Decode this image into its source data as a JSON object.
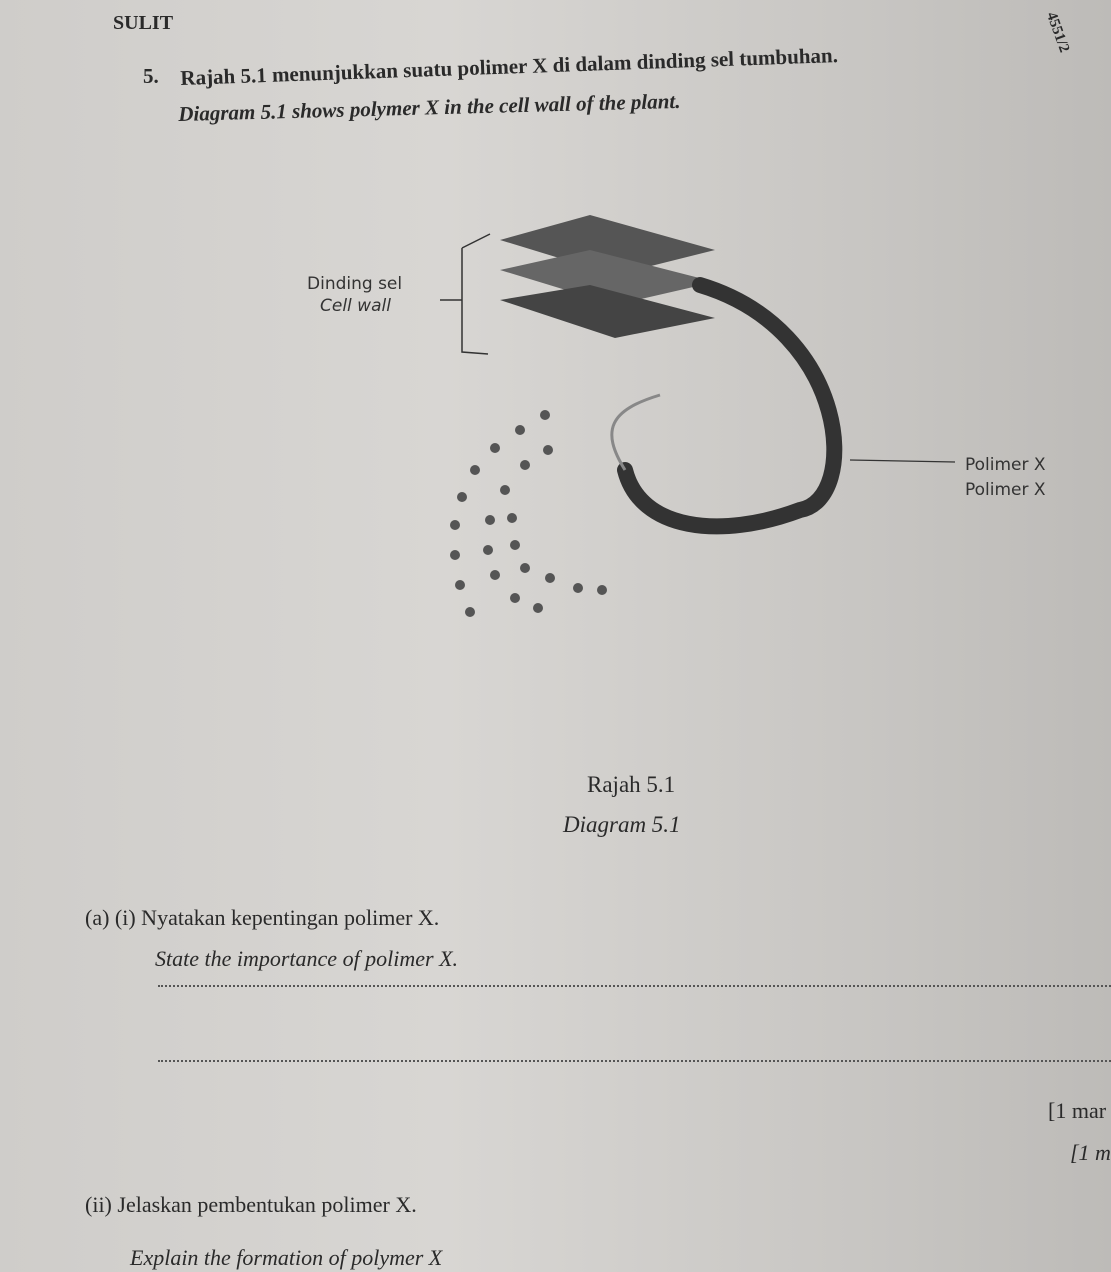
{
  "header": {
    "left": "SULIT",
    "right": "4551/2"
  },
  "question": {
    "number": "5.",
    "intro_ms": "Rajah 5.1 menunjukkan suatu polimer X di dalam dinding sel tumbuhan.",
    "intro_en": "Diagram 5.1 shows polymer X in the cell wall of the plant."
  },
  "diagram": {
    "label_cellwall_ms": "Dinding sel",
    "label_cellwall_en": "Cell wall",
    "label_polymer_ms": "Polimer X",
    "label_polymer_en": "Polimer X",
    "caption_ms": "Rajah 5.1",
    "caption_en": "Diagram 5.1"
  },
  "part_a_i": {
    "ms": "(a) (i) Nyatakan kepentingan  polimer X.",
    "en": "State the importance of polimer X.",
    "marks_1": "[1 mar",
    "marks_2": "[1 m"
  },
  "part_a_ii": {
    "ms": "(ii)  Jelaskan pembentukan polimer X.",
    "en": "Explain the formation of polymer X"
  }
}
